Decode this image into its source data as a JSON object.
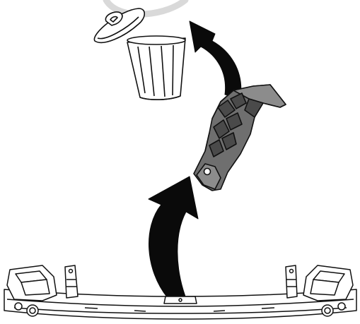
{
  "colors": {
    "background": "#ffffff",
    "outline": "#111111",
    "bracket_fill": "#6f6f6f",
    "bracket_shade": "#4a4a4a",
    "bracket_light": "#8c8c8c",
    "arrow_fill": "#0a0a0a",
    "watermark": "#d9d9d9"
  },
  "icons": {
    "trash_can": "trash-can-icon",
    "discard_arrow": "curved-arrow-up-icon",
    "removal_arrow": "curved-arrow-up-icon",
    "bracket": "mounting-bracket",
    "beam": "bumper-reinforcement-beam",
    "watermark": "circle-watermark"
  }
}
